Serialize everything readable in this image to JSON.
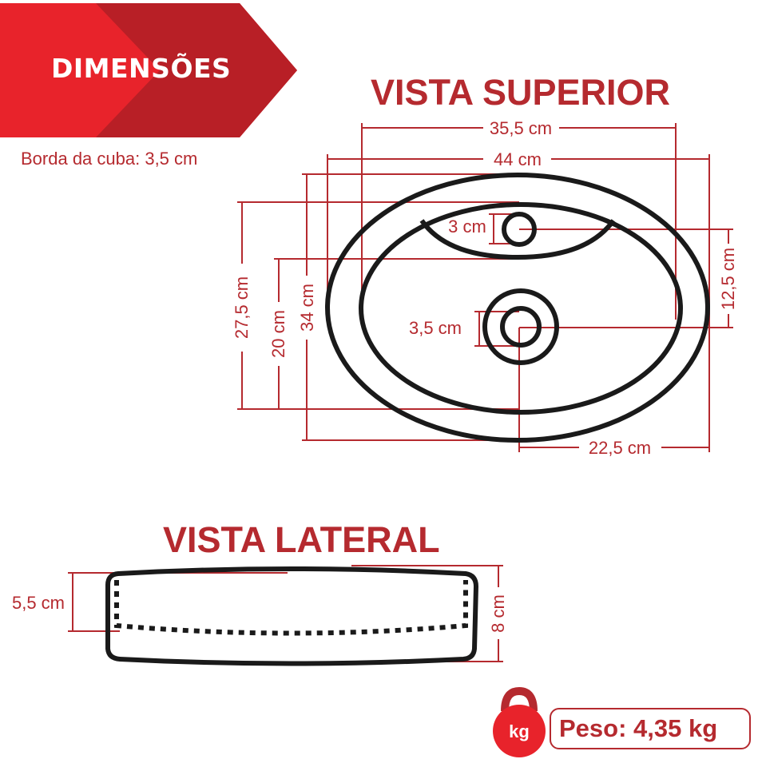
{
  "header": {
    "title": "DIMENSÕES",
    "note": "Borda da cuba: 3,5 cm"
  },
  "top_view": {
    "title": "VISTA SUPERIOR",
    "dimensions": {
      "inner_width": "35,5 cm",
      "outer_width": "44 cm",
      "faucet_hole": "3 cm",
      "drain_hole": "3,5 cm",
      "inner_depth": "27,5 cm",
      "bowl_depth": "20 cm",
      "outer_depth": "34 cm",
      "drain_to_faucet": "12,5 cm",
      "drain_to_edge": "22,5 cm"
    }
  },
  "side_view": {
    "title": "VISTA LATERAL",
    "dimensions": {
      "inner_height": "5,5 cm",
      "outer_height": "8 cm"
    }
  },
  "weight": {
    "icon_label": "kg",
    "text": "Peso: 4,35 kg"
  },
  "colors": {
    "accent": "#b52a2f",
    "banner_light": "#e8232b",
    "banner_dark": "#b81f26",
    "outline": "#1a1a1a"
  }
}
